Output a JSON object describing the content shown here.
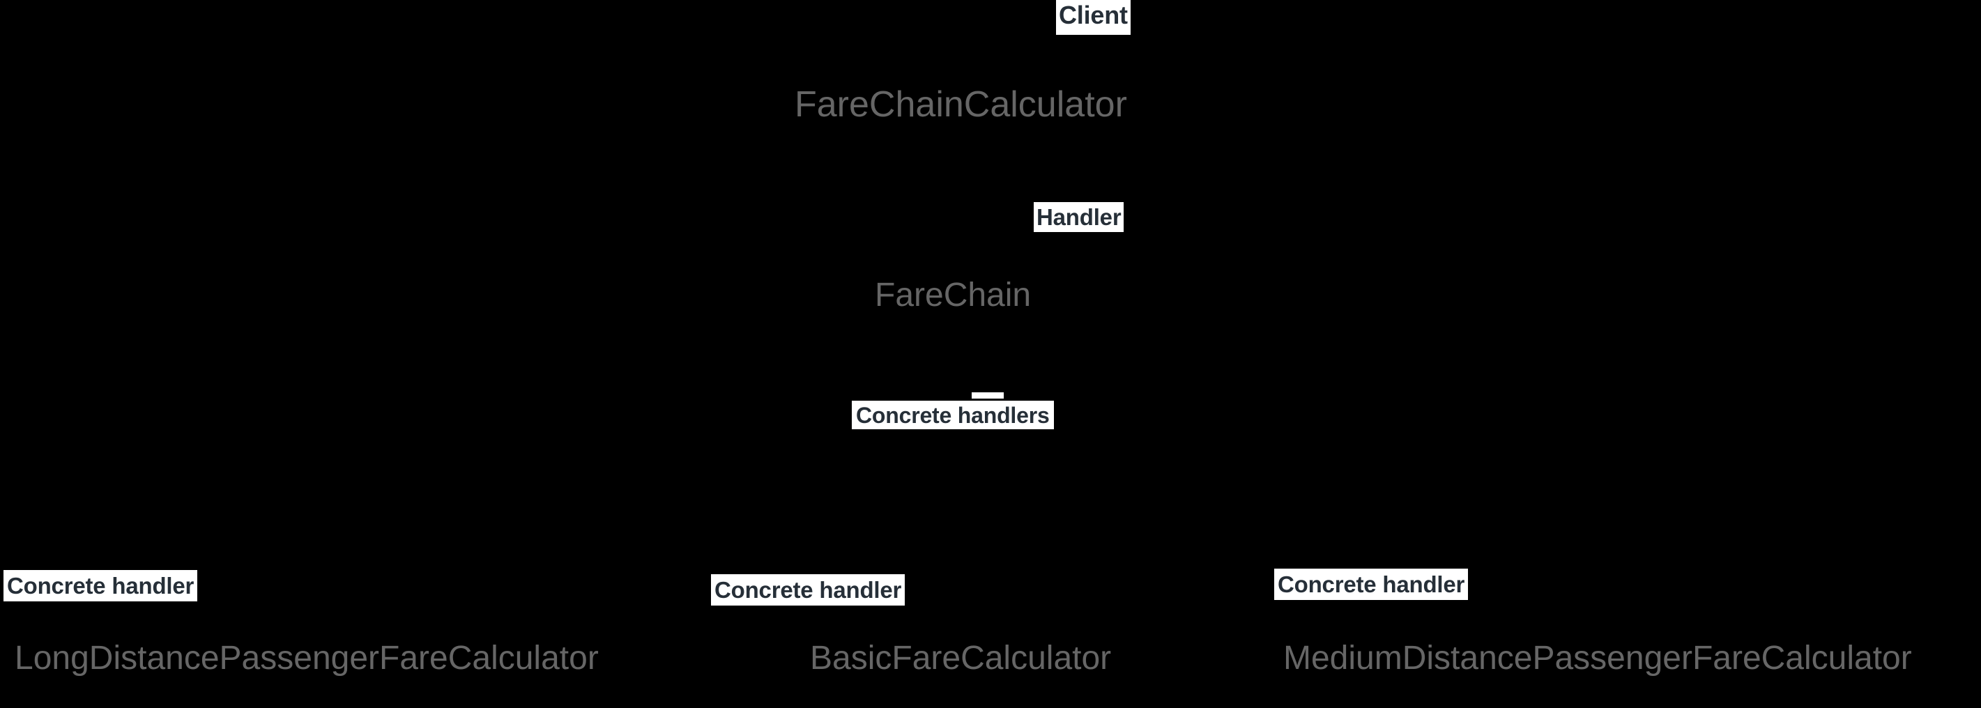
{
  "diagram": {
    "title": "Chain of Responsibility fare calculator class diagram",
    "background_color": "#000000",
    "badge_background_color": "#ffffff",
    "badge_text_color": "#262f38",
    "class_name_color": "#666666",
    "nodes": [
      {
        "id": "client",
        "role_label": "Client",
        "class_label": "FareChainCalculator"
      },
      {
        "id": "handler",
        "role_label": "Handler",
        "class_label": "FareChain"
      },
      {
        "id": "concrete-handlers-group",
        "role_label": "Concrete handlers",
        "class_label": ""
      },
      {
        "id": "long-distance",
        "role_label": "Concrete handler",
        "class_label": "LongDistancePassengerFareCalculator"
      },
      {
        "id": "basic",
        "role_label": "Concrete handler",
        "class_label": "BasicFareCalculator"
      },
      {
        "id": "medium-distance",
        "role_label": "Concrete handler",
        "class_label": "MediumDistancePassengerFareCalculator"
      }
    ]
  }
}
